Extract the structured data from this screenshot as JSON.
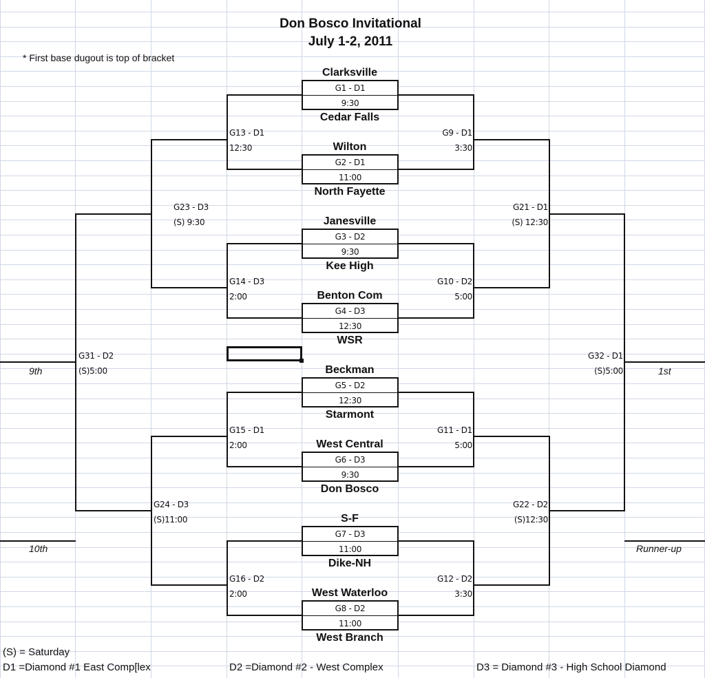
{
  "title": "Don Bosco Invitational",
  "date": "July 1-2, 2011",
  "note": "* First base dugout is top of bracket",
  "teams": [
    "Clarksville",
    "Cedar Falls",
    "Wilton",
    "North Fayette",
    "Janesville",
    "Kee High",
    "Benton Com",
    "WSR",
    "Beckman",
    "Starmont",
    "West Central",
    "Don Bosco",
    "S-F",
    "Dike-NH",
    "West Waterloo",
    "West Branch"
  ],
  "first_round": [
    {
      "code": "G1 - D1",
      "time": "9:30"
    },
    {
      "code": "G2 - D1",
      "time": "11:00"
    },
    {
      "code": "G3 - D2",
      "time": "9:30"
    },
    {
      "code": "G4 - D3",
      "time": "12:30"
    },
    {
      "code": "G5 - D2",
      "time": "12:30"
    },
    {
      "code": "G6 - D3",
      "time": "9:30"
    },
    {
      "code": "G7 - D3",
      "time": "11:00"
    },
    {
      "code": "G8 - D2",
      "time": "11:00"
    }
  ],
  "games": {
    "g13": {
      "code": "G13 - D1",
      "time": "12:30"
    },
    "g14": {
      "code": "G14 - D3",
      "time": "2:00"
    },
    "g15": {
      "code": "G15 - D1",
      "time": "2:00"
    },
    "g16": {
      "code": "G16 - D2",
      "time": "2:00"
    },
    "g9": {
      "code": "G9 - D1",
      "time": "3:30"
    },
    "g10": {
      "code": "G10 - D2",
      "time": "5:00"
    },
    "g11": {
      "code": "G11 - D1",
      "time": "5:00"
    },
    "g12": {
      "code": "G12 - D2",
      "time": "3:30"
    },
    "g23": {
      "code": "G23 - D3",
      "time": "(S) 9:30"
    },
    "g24": {
      "code": "G24 - D3",
      "time": "(S)11:00"
    },
    "g21": {
      "code": "G21 - D1",
      "time": "(S) 12:30"
    },
    "g22": {
      "code": "G22 - D2",
      "time": "(S)12:30"
    },
    "g31": {
      "code": "G31 - D2",
      "time": "(S)5:00"
    },
    "g32": {
      "code": "G32 - D1",
      "time": "(S)5:00"
    }
  },
  "places": {
    "ninth": "9th",
    "tenth": "10th",
    "first": "1st",
    "runner_up": "Runner-up"
  },
  "legend": {
    "saturday": "(S) = Saturday",
    "d1": "D1 =Diamond #1 East Comp[lex",
    "d2": "D2 =Diamond #2 - West Complex",
    "d3": "D3 = Diamond #3 - High School Diamond"
  }
}
